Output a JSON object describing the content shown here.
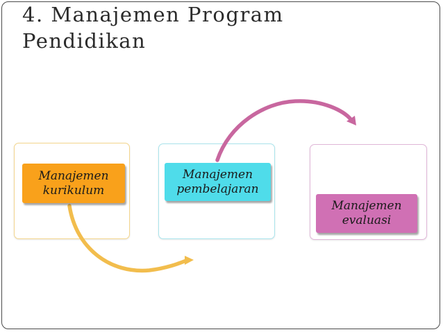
{
  "title": {
    "line1": "4. Manajemen Program",
    "line2": "Pendidikan"
  },
  "steps": [
    {
      "line1": "Manajemen",
      "line2": "kurikulum",
      "fill": "#f9a11b",
      "border_color": "#f6d48a"
    },
    {
      "line1": "Manajemen",
      "line2": "pembelajaran",
      "fill": "#4fdcea",
      "border_color": "#a9e6ee"
    },
    {
      "line1": "Manajemen",
      "line2": "evaluasi",
      "fill": "#d070b4",
      "border_color": "#dfb3d6"
    }
  ],
  "arrows": [
    {
      "from": "Manajemen kurikulum",
      "to": "Manajemen pembelajaran",
      "color": "#f2bd4d"
    },
    {
      "from": "Manajemen pembelajaran",
      "to": "Manajemen evaluasi",
      "color": "#c8679f"
    }
  ]
}
